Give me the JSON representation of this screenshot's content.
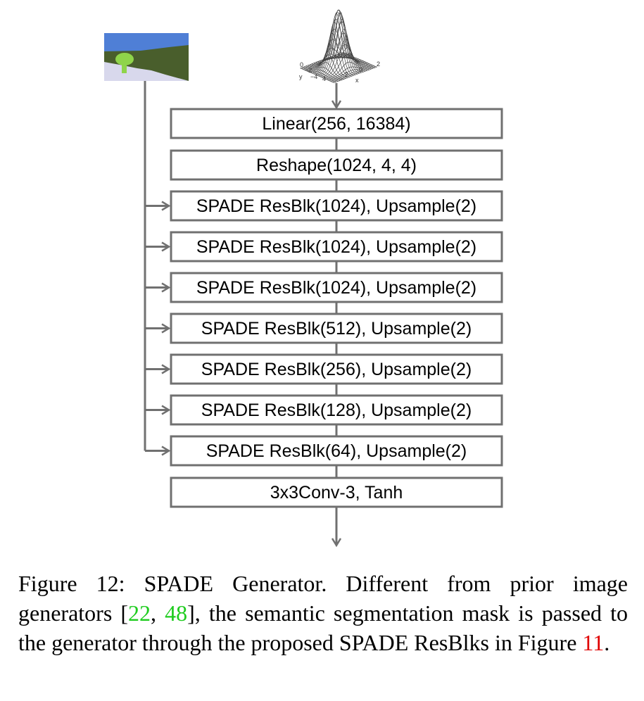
{
  "diagram": {
    "blocks": [
      "Linear(256, 16384)",
      "Reshape(1024, 4, 4)",
      "SPADE ResBlk(1024), Upsample(2)",
      "SPADE ResBlk(1024), Upsample(2)",
      "SPADE ResBlk(1024), Upsample(2)",
      "SPADE ResBlk(512), Upsample(2)",
      "SPADE ResBlk(256), Upsample(2)",
      "SPADE ResBlk(128), Upsample(2)",
      "SPADE ResBlk(64), Upsample(2)",
      "3x3Conv-3, Tanh"
    ],
    "spade_block_indices": [
      2,
      3,
      4,
      5,
      6,
      7,
      8
    ],
    "surface_plot": {
      "y_ticks": [
        "0",
        "−2",
        "−4"
      ],
      "x_ticks": [
        "4",
        "−2",
        "0",
        "2"
      ],
      "y_axis_letter": "y",
      "x_axis_letter": "x"
    },
    "colors": {
      "stroke": "#707070",
      "sky": "#4f7fd6",
      "grass": "#495e2c",
      "road": "#d8d8ec",
      "tree": "#8fd44a"
    }
  },
  "caption": {
    "prefix": "Figure 12: SPADE Generator. Different from prior image generators [",
    "cite1": "22",
    "sep": ", ",
    "cite2": "48",
    "middle": "], the semantic segmentation mask is passed to the generator through the proposed SPADE ResBlks in Figure ",
    "cite3": "11",
    "suffix": "."
  }
}
